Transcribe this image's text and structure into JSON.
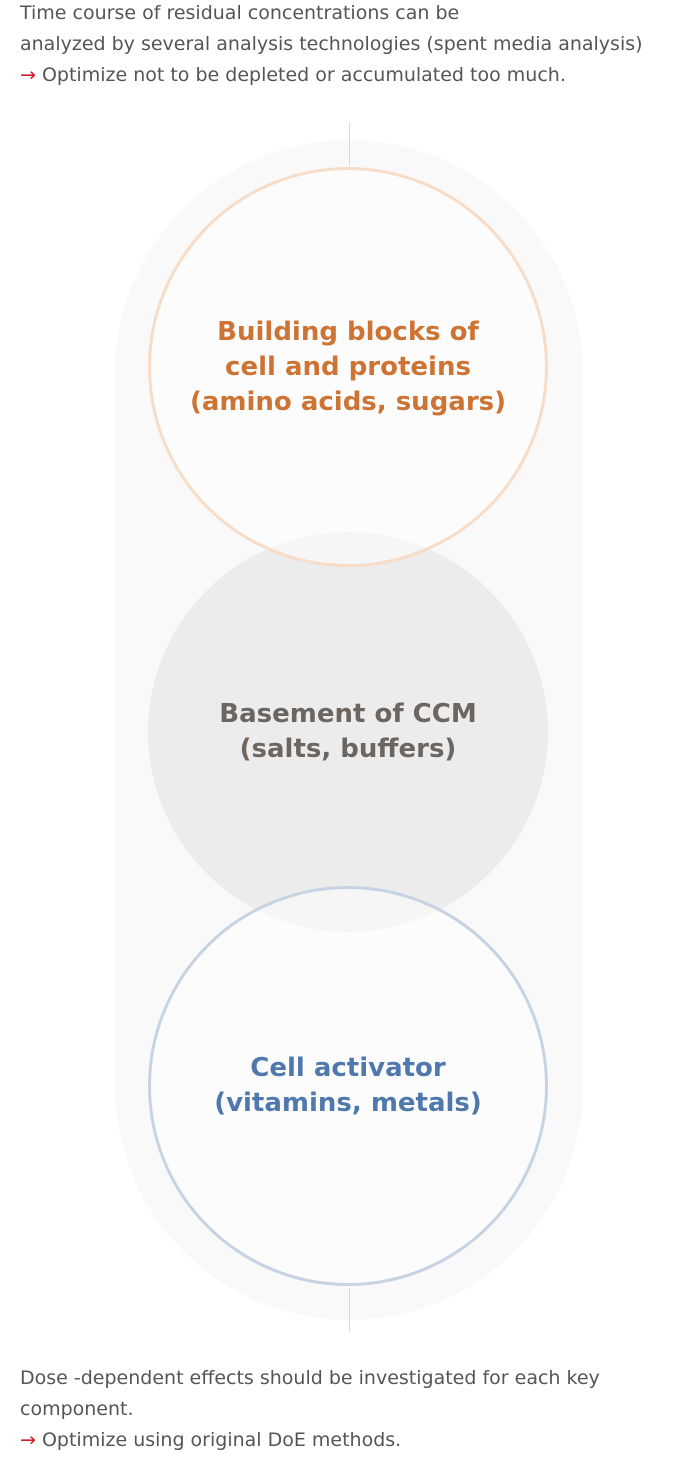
{
  "top_note": {
    "line1": "Time course of residual  concentrations can be",
    "line2": "analyzed by several analysis  technologies (spent media analysis)",
    "arrow": "→",
    "line3": " Optimize not to be depleted or  accumulated too much."
  },
  "circles": [
    {
      "lines": [
        "Building blocks of",
        "cell and proteins",
        "(amino acids, sugars)"
      ],
      "color": "#cd7434",
      "border": "#f7dcc8"
    },
    {
      "lines": [
        "Basement of CCM",
        "(salts, buffers)"
      ],
      "color": "#6c6560",
      "fill": "#ececec"
    },
    {
      "lines": [
        "Cell activator",
        "(vitamins, metals)"
      ],
      "color": "#4f78ac",
      "border": "#c6d3e2"
    }
  ],
  "bottom_note": {
    "line1": "Dose -dependent effects should be investigated for each key",
    "line2": "component.",
    "arrow": "→",
    "line3": " Optimize using original DoE methods."
  },
  "colors": {
    "arrow": "#d11f2a",
    "text": "#555555",
    "track": "#f9f9f9"
  }
}
